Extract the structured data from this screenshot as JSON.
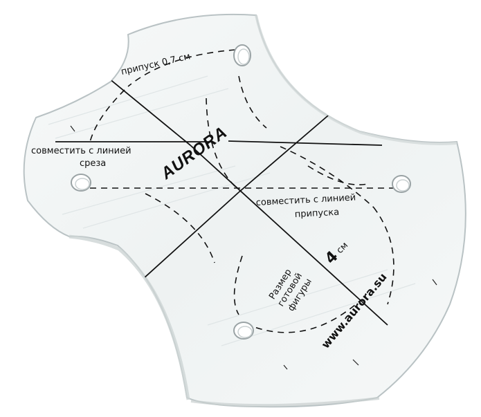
{
  "template": {
    "brand": "AURORA",
    "labels": {
      "align_edge_line1": "совместить с линией",
      "align_edge_line2": "среза",
      "seam_allowance": "припуск 0,7 см",
      "align_allowance_line1": "совместить с линией",
      "align_allowance_line2": "припуска",
      "size_value": "4",
      "size_unit": "см",
      "finished_size_line1": "Размер",
      "finished_size_line2": "готовой",
      "finished_size_line3": "фигуры",
      "website": "www.aurora.su"
    },
    "colors": {
      "background": "#ffffff",
      "ink": "#111111",
      "acrylic_fill": "#f4f6f6",
      "acrylic_edge": "#b9c2c4"
    }
  }
}
